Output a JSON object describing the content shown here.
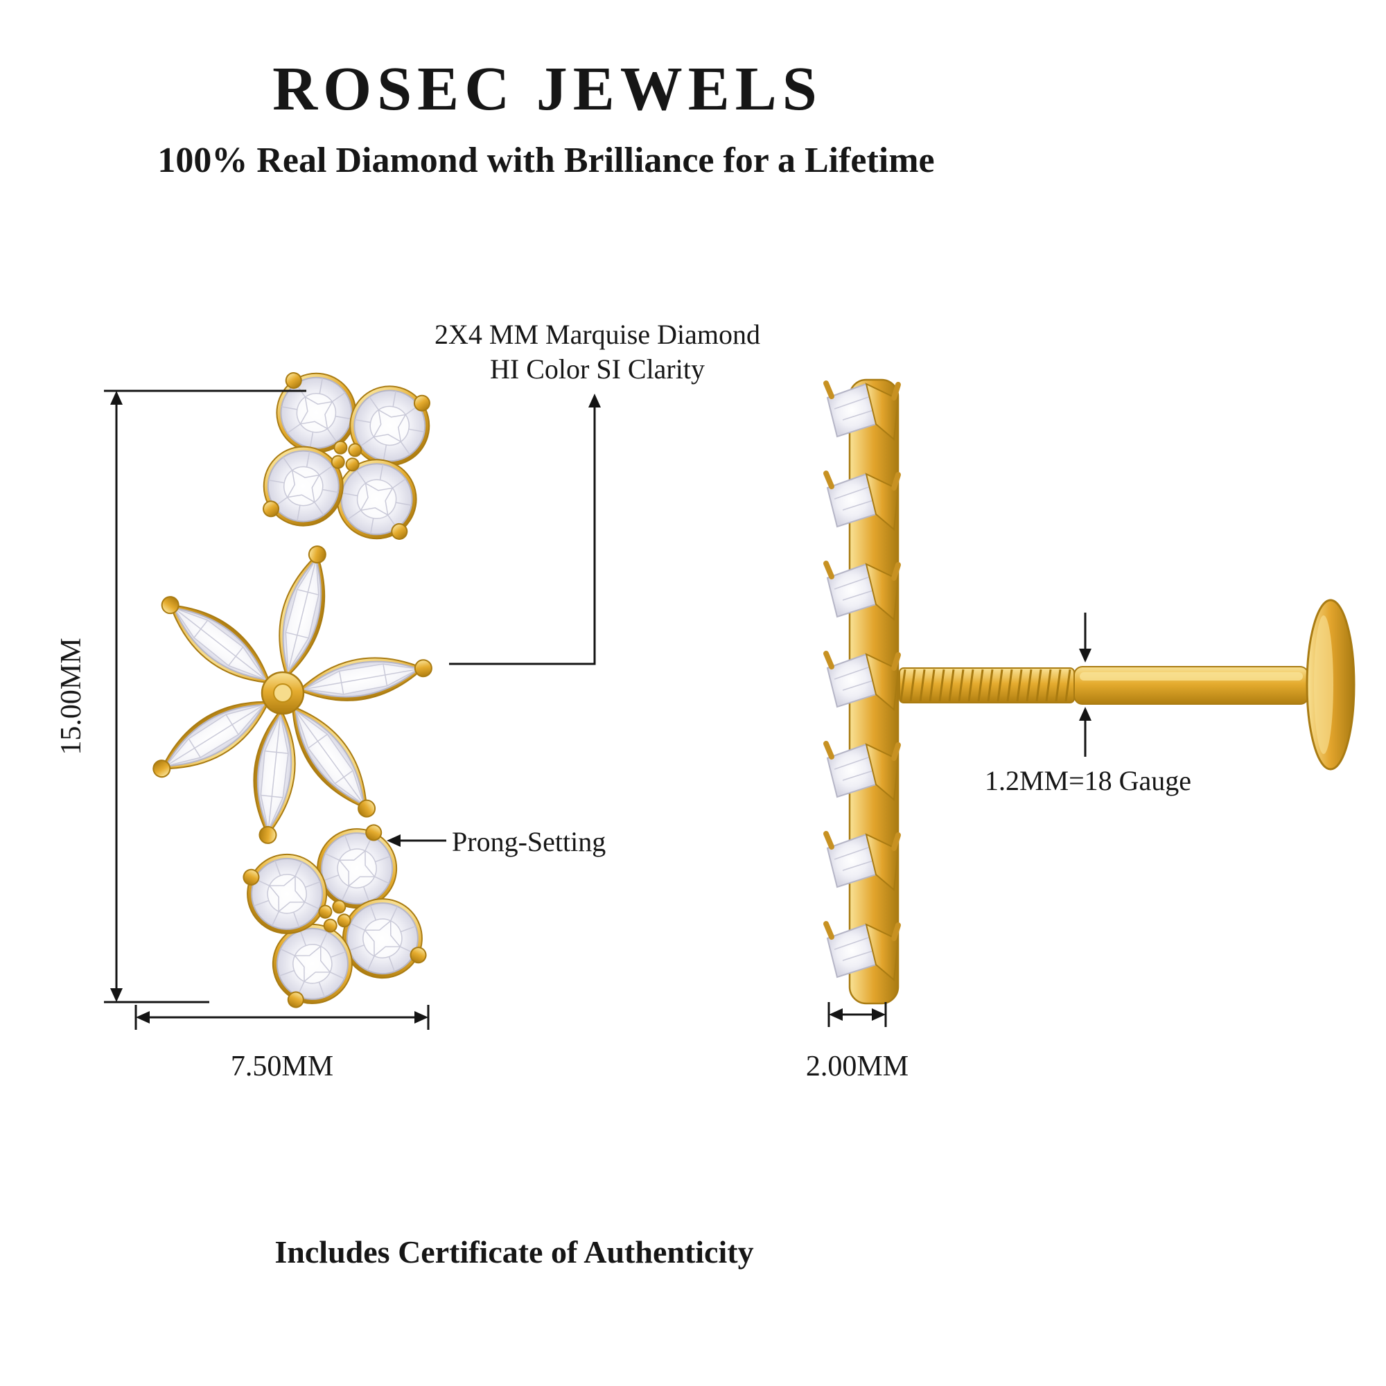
{
  "header": {
    "brand": "ROSEC JEWELS",
    "tagline": "100% Real Diamond with Brilliance for a Lifetime"
  },
  "diagram": {
    "front_view": {
      "stone_annotation_line1": "2X4 MM Marquise Diamond",
      "stone_annotation_line2": "HI Color SI Clarity",
      "setting_annotation": "Prong-Setting",
      "height_label": "15.00MM",
      "width_label": "7.50MM"
    },
    "side_view": {
      "gauge_label": "1.2MM=18 Gauge",
      "depth_label": "2.00MM"
    }
  },
  "footer": {
    "note": "Includes Certificate of Authenticity"
  },
  "colors": {
    "gold": "#E2A42C",
    "gold_dark": "#A97B12",
    "gold_light": "#F6DC8C",
    "diamond_light": "#FFFFFF",
    "diamond_shade": "#D7D7E4",
    "line": "#141414"
  }
}
